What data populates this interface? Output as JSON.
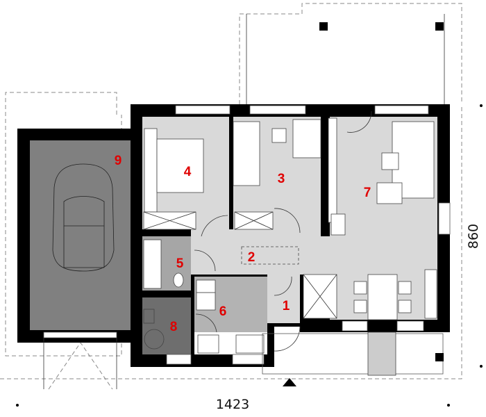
{
  "plan": {
    "rooms": [
      {
        "number": "1"
      },
      {
        "number": "2"
      },
      {
        "number": "3"
      },
      {
        "number": "4"
      },
      {
        "number": "5"
      },
      {
        "number": "6"
      },
      {
        "number": "7"
      },
      {
        "number": "8"
      },
      {
        "number": "9"
      }
    ],
    "dimensions": {
      "width": "1423",
      "depth": "860"
    },
    "colors": {
      "wall": "#000000",
      "living_floor": "#d9d9d9",
      "bathroom_floor": "#a6a6a6",
      "kitchen_floor": "#b3b3b3",
      "boiler_floor": "#6e6e6e",
      "garage_floor": "#808080",
      "label": "#e00000"
    }
  }
}
